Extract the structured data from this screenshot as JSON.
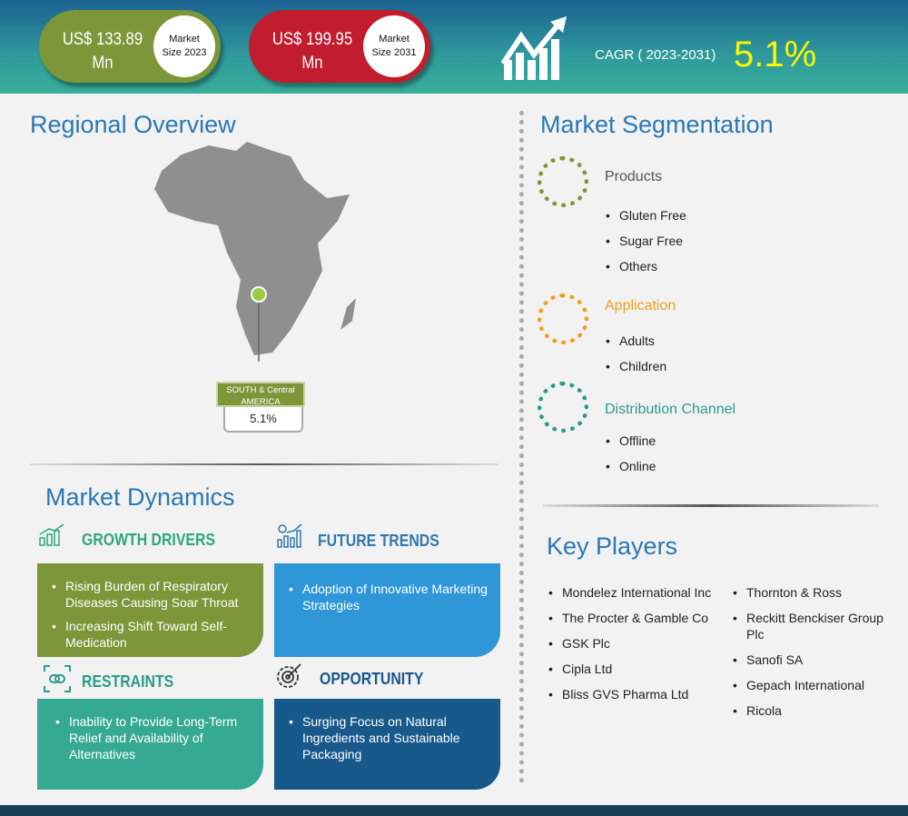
{
  "header": {
    "market_2023": {
      "value_line1": "US$ 133.89",
      "value_line2": "Mn",
      "label_line1": "Market",
      "label_line2": "Size 2023",
      "color": "#7d963a"
    },
    "market_2031": {
      "value_line1": "US$ 199.95",
      "value_line2": "Mn",
      "label_line1": "Market",
      "label_line2": "Size 2031",
      "color": "#c21d2e"
    },
    "cagr_label": "CAGR ( 2023-2031)",
    "cagr_value": "5.1%"
  },
  "regional": {
    "title": "Regional Overview",
    "region_line1": "SOUTH & Central",
    "region_line2": "AMERICA",
    "region_value": "5.1%"
  },
  "segmentation": {
    "title": "Market Segmentation",
    "groups": [
      {
        "title": "Products",
        "color": "#7d963a",
        "items": [
          "Gluten Free",
          "Sugar Free",
          "Others"
        ]
      },
      {
        "title": "Application",
        "color": "#f0a020",
        "items": [
          "Adults",
          "Children"
        ]
      },
      {
        "title": "Distribution Channel",
        "color": "#2a9d8a",
        "items": [
          "Offline",
          "Online"
        ]
      }
    ]
  },
  "dynamics": {
    "title": "Market Dynamics",
    "growth_drivers": {
      "title": "GROWTH DRIVERS",
      "items": [
        "Rising Burden of Respiratory Diseases Causing Soar Throat",
        "Increasing Shift Toward Self-Medication"
      ]
    },
    "future_trends": {
      "title": "FUTURE TRENDS",
      "items": [
        "Adoption of Innovative Marketing Strategies"
      ]
    },
    "restraints": {
      "title": "RESTRAINTS",
      "items": [
        "Inability to Provide Long-Term Relief and Availability of Alternatives"
      ]
    },
    "opportunity": {
      "title": "OPPORTUNITY",
      "items": [
        "Surging Focus on Natural Ingredients and Sustainable Packaging"
      ]
    }
  },
  "key_players": {
    "title": "Key Players",
    "col1": [
      "Mondelez International Inc",
      "The Procter & Gamble Co",
      "GSK Plc",
      "Cipla Ltd",
      "Bliss GVS Pharma Ltd"
    ],
    "col2": [
      "Thornton & Ross",
      "Reckitt Benckiser Group Plc",
      "Sanofi SA",
      "Gepach International",
      "Ricola"
    ]
  }
}
